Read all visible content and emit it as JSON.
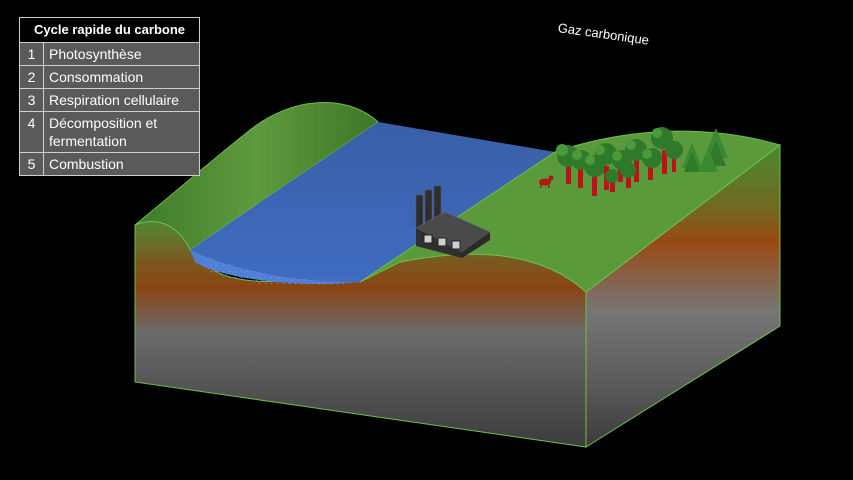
{
  "legend": {
    "title": "Cycle rapide du carbone",
    "rows": [
      {
        "num": "1",
        "label": "Photosynthèse"
      },
      {
        "num": "2",
        "label": "Consommation"
      },
      {
        "num": "3",
        "label": "Respiration cellulaire"
      },
      {
        "num": "4",
        "label": "Décomposition et fermentation"
      },
      {
        "num": "5",
        "label": "Combustion"
      }
    ]
  },
  "labels": {
    "gas": "Gaz carbonique"
  },
  "colors": {
    "background": "#000000",
    "grass": "#5a9a3a",
    "water": "#3b63b8",
    "soil": "#8a4a1a",
    "rock": "#5c5c5c",
    "tree_trunk": "#c0101a",
    "tree_foliage": "#2f7a2a",
    "factory": "#3a3a3a",
    "animal": "#b01818"
  },
  "icons": [
    "factory-icon",
    "tree-icon",
    "animal-icon"
  ]
}
